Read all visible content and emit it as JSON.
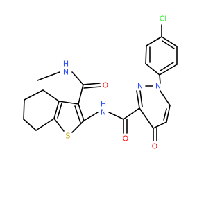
{
  "molecule": {
    "colors": {
      "carbon": "#000000",
      "nitrogen": "#3050F8",
      "oxygen": "#FF0D0D",
      "sulfur": "#C8A000",
      "chlorine": "#1FF01F"
    },
    "atoms": [
      {
        "id": "n_methyl_amide",
        "symbol": "N",
        "hydrogen": "H",
        "element": "nitrogen"
      },
      {
        "id": "o_amide1",
        "symbol": "O",
        "element": "oxygen"
      },
      {
        "id": "n_amide2",
        "symbol": "N",
        "hydrogen": "H",
        "element": "nitrogen"
      },
      {
        "id": "s_thiophene",
        "symbol": "S",
        "element": "sulfur"
      },
      {
        "id": "n1_pyridazine",
        "symbol": "N",
        "element": "nitrogen"
      },
      {
        "id": "n2_pyridazine",
        "symbol": "N",
        "element": "nitrogen"
      },
      {
        "id": "o_amide2",
        "symbol": "O",
        "element": "oxygen"
      },
      {
        "id": "o_ketone",
        "symbol": "O",
        "element": "oxygen"
      },
      {
        "id": "cl",
        "symbol": "Cl",
        "element": "chlorine"
      }
    ]
  }
}
